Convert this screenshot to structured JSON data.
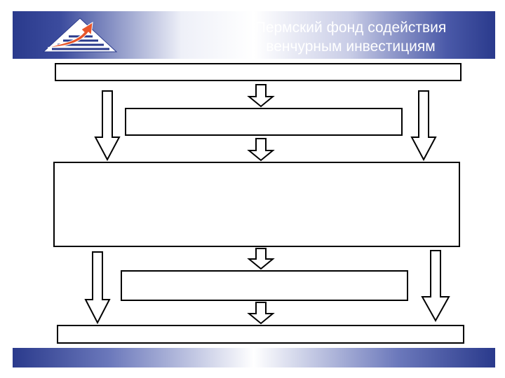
{
  "header": {
    "title_line1": "Пермский фонд  содействия",
    "title_line2": "венчурным инвестициям",
    "brand_color": "#2a3a8c"
  },
  "logo": {
    "icon": "arrow-up-pyramid-logo",
    "accent": "#e8552a"
  }
}
